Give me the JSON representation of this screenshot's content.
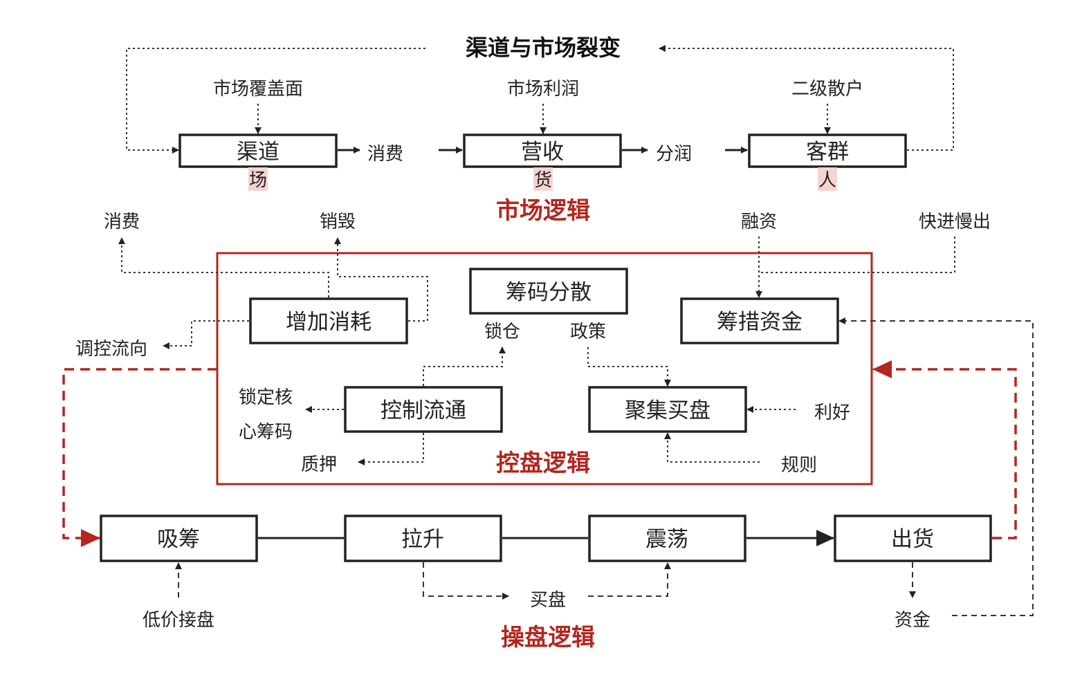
{
  "title": "渠道与市场裂变",
  "market": {
    "label": "市场逻辑",
    "channel_box": "渠道",
    "channel_tag": "场",
    "channel_input": "市场覆盖面",
    "channel_output": "消费",
    "revenue_box": "营收",
    "revenue_tag": "货",
    "revenue_input": "市场利润",
    "revenue_output": "分润",
    "customer_box": "客群",
    "customer_tag": "人",
    "customer_input": "二级散户"
  },
  "control": {
    "label": "控盘逻辑",
    "consume_box": "增加消耗",
    "consume_out1": "消费",
    "consume_out2": "销毁",
    "consume_out3": "调控流向",
    "disperse_box": "筹码分散",
    "lock": "锁仓",
    "policy": "政策",
    "funds_box": "筹措资金",
    "financing": "融资",
    "fast_in_slow_out": "快进慢出",
    "flow_box": "控制流通",
    "lock_core_1": "锁定核",
    "lock_core_2": "心筹码",
    "pledge": "质押",
    "gather_box": "聚集买盘",
    "good_news": "利好",
    "rules": "规则"
  },
  "operation": {
    "label": "操盘逻辑",
    "absorb_box": "吸筹",
    "lift_box": "拉升",
    "shake_box": "震荡",
    "ship_box": "出货",
    "low_buy": "低价接盘",
    "buy_orders": "买盘",
    "capital": "资金"
  },
  "colors": {
    "accent": "#b3261e",
    "highlight": "#f6d3d3",
    "line": "#222222"
  }
}
